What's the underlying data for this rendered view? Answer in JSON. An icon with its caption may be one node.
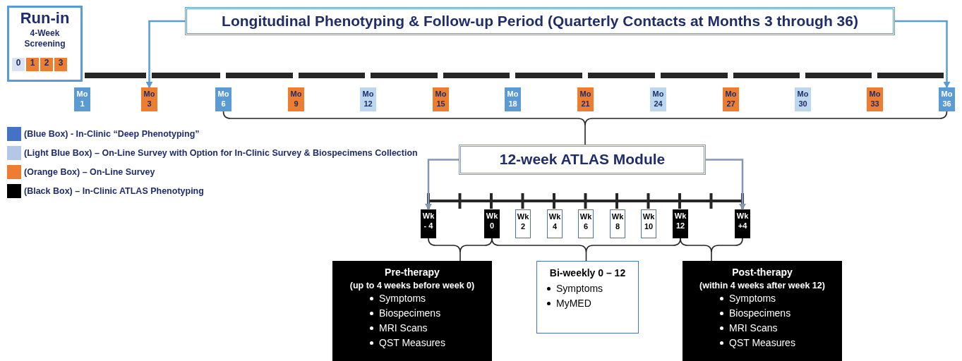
{
  "diagram": {
    "nodes": [
      {
        "text": [
          "Run-in",
          "4-Week Screening"
        ]
      },
      {
        "text": [
          "0"
        ],
        "in": 0
      },
      {
        "text": [
          "1"
        ],
        "in": 0
      },
      {
        "text": [
          "2"
        ],
        "in": 0
      },
      {
        "text": [
          "3"
        ],
        "in": 0
      },
      {
        "text": [
          "Longitudinal Phenotyping & Follow-up Period (Quarterly Contacts at Months 3 through 36)"
        ]
      },
      {
        "text": [
          "Mo 1"
        ]
      },
      {
        "text": [
          "Mo 3"
        ]
      },
      {
        "text": [
          "Mo 6"
        ]
      },
      {
        "text": [
          "Mo 9"
        ]
      },
      {
        "text": [
          "Mo 12"
        ]
      },
      {
        "text": [
          "Mo 15"
        ]
      },
      {
        "text": [
          "Mo 18"
        ]
      },
      {
        "text": [
          "Mo 21"
        ]
      },
      {
        "text": [
          "Mo 24"
        ]
      },
      {
        "text": [
          "Mo 27"
        ]
      },
      {
        "text": [
          "Mo 30"
        ]
      },
      {
        "text": [
          "Mo 33"
        ]
      },
      {
        "text": [
          "Mo 36"
        ]
      },
      {
        "text": [
          "12-week ATLAS Module"
        ]
      },
      {
        "text": [
          "Wk - 4"
        ]
      },
      {
        "text": [
          "Wk 0"
        ]
      },
      {
        "text": [
          "Wk 2"
        ]
      },
      {
        "text": [
          "Wk 4"
        ]
      },
      {
        "text": [
          "Wk 6"
        ]
      },
      {
        "text": [
          "Wk 8"
        ]
      },
      {
        "text": [
          "Wk 10"
        ]
      },
      {
        "text": [
          "Wk 12"
        ]
      },
      {
        "text": [
          "Wk +4"
        ]
      },
      {
        "text": [
          "Pre-therapy",
          "(up to 4 weeks before week 0)",
          "Symptoms",
          "Biospecimens",
          "MRI Scans",
          "QST Measures"
        ]
      },
      {
        "text": [
          "Bi-weekly 0 – 12",
          "Symptoms",
          "MyMED"
        ]
      },
      {
        "text": [
          "Post-therapy",
          "(within 4 weeks after week 12)",
          "Symptoms",
          "Biospecimens",
          "MRI Scans",
          "QST Measures"
        ]
      }
    ],
    "edges": [
      {
        "from": 5,
        "to": 7,
        "arrow": "to",
        "color": "#5b9bd5"
      },
      {
        "from": 5,
        "to": 18,
        "arrow": "to",
        "color": "#5b9bd5"
      },
      {
        "from": 19,
        "to": 20,
        "arrow": "to",
        "color": "#8497b0"
      },
      {
        "from": 19,
        "to": 28,
        "arrow": "to",
        "color": "#8497b0"
      },
      {
        "from": 8,
        "to": 19,
        "arrow": "none"
      },
      {
        "from": 18,
        "to": 19,
        "arrow": "none"
      },
      {
        "from": 20,
        "to": 29,
        "arrow": "none"
      },
      {
        "from": 21,
        "to": 29,
        "arrow": "none"
      },
      {
        "from": 21,
        "to": 30,
        "arrow": "none"
      },
      {
        "from": 27,
        "to": 30,
        "arrow": "none"
      },
      {
        "from": 27,
        "to": 31,
        "arrow": "none"
      },
      {
        "from": 28,
        "to": 31,
        "arrow": "none"
      }
    ],
    "legend": [
      {
        "text": "(Blue Box) - In-Clinic “Deep Phenotyping”",
        "color": "#4472c4"
      },
      {
        "text": "(Light Blue Box) – On-Line Survey with Option for In-Clinic Survey & Biospecimens Collection",
        "color": "#b4c7e7"
      },
      {
        "text": "(Orange Box) – On-Line Survey",
        "color": "#ed7d31"
      },
      {
        "text": "(Black Box) – In-Clinic ATLAS Phenotyping",
        "color": "#000000"
      }
    ]
  }
}
